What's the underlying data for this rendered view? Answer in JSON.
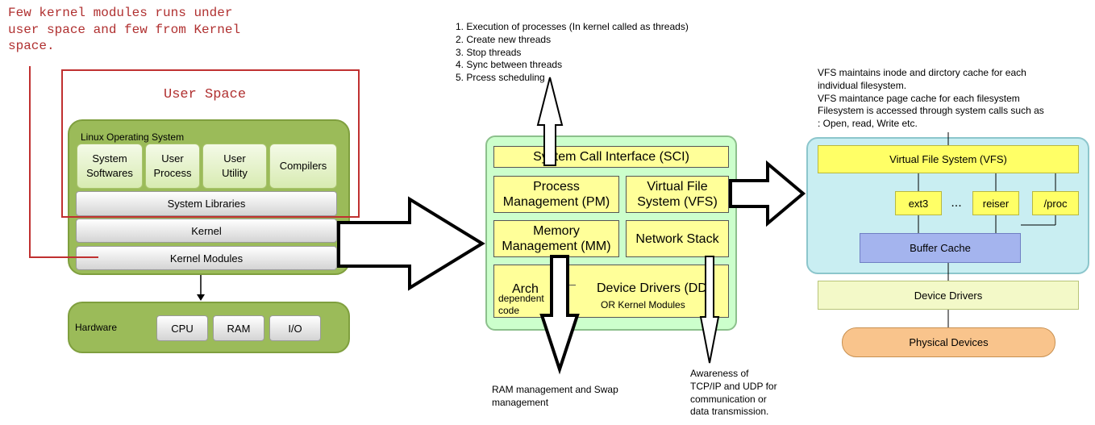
{
  "note_top_left": "Few kernel modules runs under\nuser space and few from Kernel\nspace.",
  "user_space_label": "User Space",
  "linux": {
    "title": "Linux Operating System",
    "apps": [
      "System\nSoftwares",
      "User\nProcess",
      "User\nUtility",
      "Compilers"
    ],
    "system_libraries": "System Libraries",
    "kernel": "Kernel",
    "kernel_modules": "Kernel Modules"
  },
  "hardware": {
    "label": "Hardware",
    "items": [
      "CPU",
      "RAM",
      "I/O"
    ]
  },
  "kernel_detail": {
    "sci": "System Call Interface (SCI)",
    "pm": "Process\nManagement (PM)",
    "vfs": "Virtual File\nSystem (VFS)",
    "mm": "Memory\nManagement (MM)",
    "network": "Network Stack",
    "arch": "Arch",
    "arch_sub": "dependent\ncode",
    "dd": "Device Drivers (DD)",
    "dd_sub": "OR Kernel Modules"
  },
  "pm_notes": [
    "1. Execution of processes (In kernel called as threads)",
    "2. Create new threads",
    "3. Stop threads",
    "4. Sync between threads",
    "5. Prcess scheduling"
  ],
  "mm_note": "RAM management and Swap\nmanagement",
  "net_note": "Awareness of\nTCP/IP and UDP for\ncommunication or\ndata transmission.",
  "vfs_notes": "VFS maintains inode and dirctory cache for each\nindividual filesystem.\nVFS maintance page cache for each filesystem\nFilesystem is accessed through system calls such as\n: Open, read, Write etc.",
  "vfs_diagram": {
    "vfs": "Virtual File System (VFS)",
    "fs": [
      "ext3",
      "...",
      "reiser",
      "/proc"
    ],
    "buffer_cache": "Buffer Cache",
    "device_drivers": "Device Drivers",
    "physical_devices": "Physical Devices"
  }
}
